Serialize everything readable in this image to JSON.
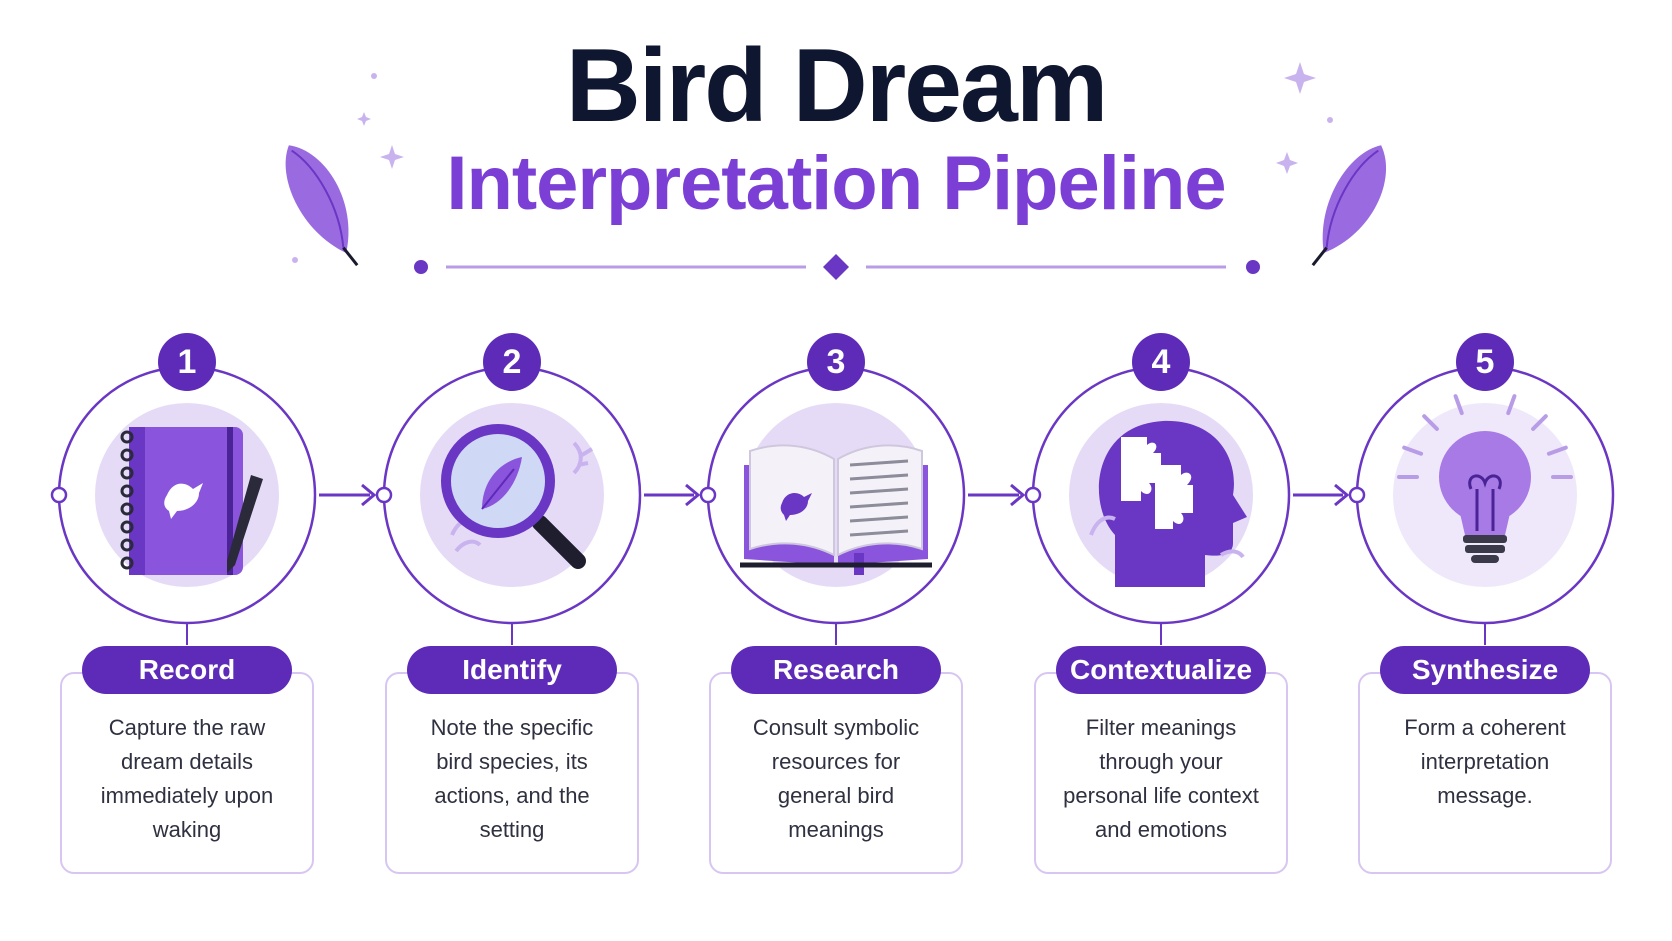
{
  "header": {
    "title": "Bird Dream",
    "subtitle": "Interpretation Pipeline"
  },
  "colors": {
    "dark": "#0f1630",
    "purple": "#7b3fd6",
    "deep_purple": "#5e2bb8",
    "light_purple": "#e6dbf7",
    "border": "#d8c6f2"
  },
  "steps": [
    {
      "number": "1",
      "label": "Record",
      "description": [
        "Capture the raw",
        "dream details",
        "immediately upon",
        "waking"
      ],
      "icon": "notebook-bird-icon"
    },
    {
      "number": "2",
      "label": "Identify",
      "description": [
        "Note the specific",
        "bird species, its",
        "actions, and the",
        "setting"
      ],
      "icon": "magnifier-feather-icon"
    },
    {
      "number": "3",
      "label": "Research",
      "description": [
        "Consult symbolic",
        "resources for",
        "general bird",
        "meanings"
      ],
      "icon": "open-book-icon"
    },
    {
      "number": "4",
      "label": "Contextualize",
      "description": [
        "Filter meanings",
        "through your",
        "personal life context",
        "and emotions"
      ],
      "icon": "head-puzzle-icon"
    },
    {
      "number": "5",
      "label": "Synthesize",
      "description": [
        "Form a coherent",
        "interpretation",
        "message."
      ],
      "icon": "lightbulb-icon"
    }
  ]
}
